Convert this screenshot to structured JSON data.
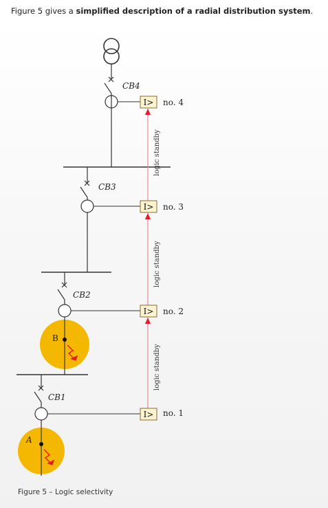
{
  "intro": {
    "prefix": "Figure 5 gives a ",
    "bold": "simplified description of a radial distribution system",
    "suffix": "."
  },
  "breakers": {
    "cb4": "CB4",
    "cb3": "CB3",
    "cb2": "CB2",
    "cb1": "CB1"
  },
  "relay_symbol": "I>",
  "relays": {
    "no4": "no. 4",
    "no3": "no. 3",
    "no2": "no. 2",
    "no1": "no. 1"
  },
  "standby_label": "logic standby",
  "faults": {
    "a": "A",
    "b": "B"
  },
  "caption": "Figure 5 – Logic selectivity",
  "colors": {
    "line": "#333333",
    "fault_fill": "#f5b800",
    "logic_line": "#e58a9a",
    "arrow": "#e8192c",
    "relay_fill": "#fbf3d2",
    "relay_border": "#8a6d2a"
  }
}
